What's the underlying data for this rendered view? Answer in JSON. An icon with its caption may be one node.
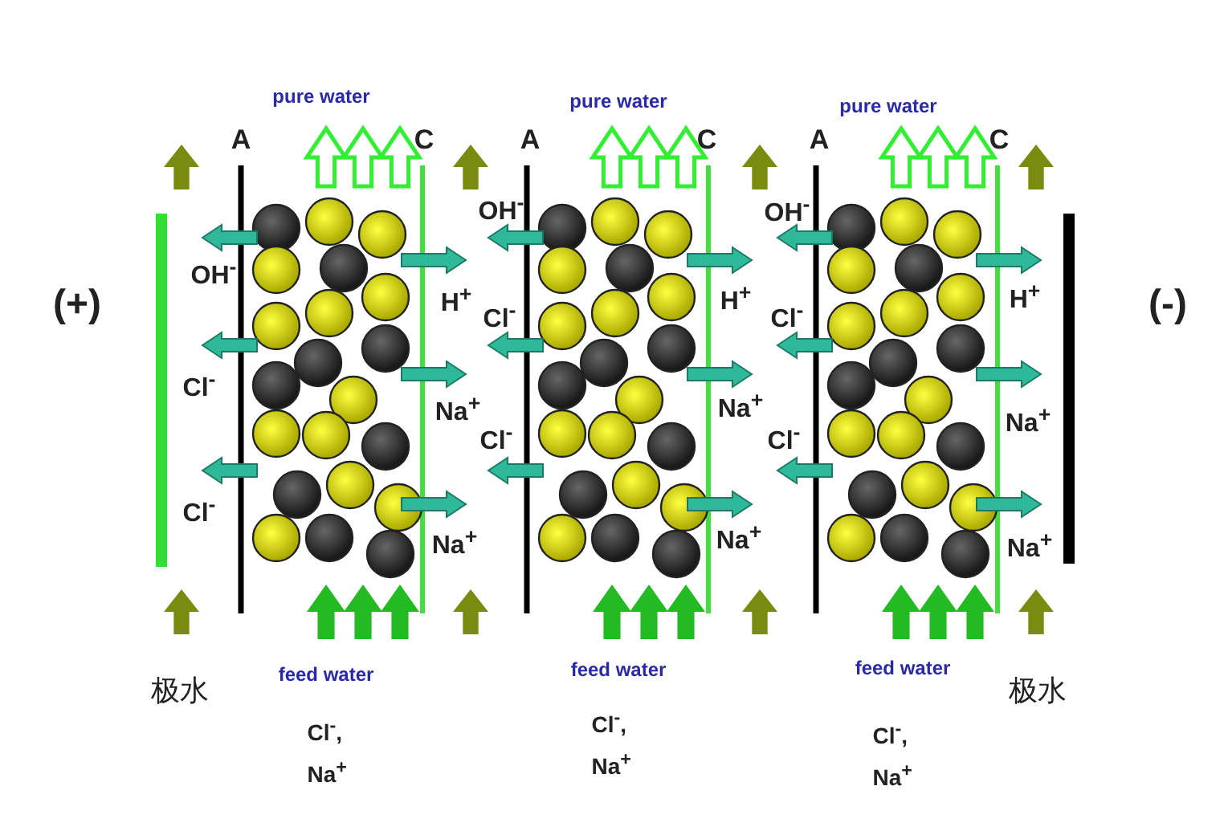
{
  "diagram": {
    "labels": [
      "pure water",
      "pure water",
      "pure water",
      "A",
      "C",
      "A",
      "C",
      "A",
      "C",
      "OH$^{-}$",
      "OH$^{-}$",
      "OH$^{-}$",
      "(+)",
      "H$^{+}$",
      "H$^{+}$",
      "H$^{+}$",
      "(-)",
      "Cl$^{-}$",
      "Cl$^{-}$",
      "Cl$^{-}$",
      "Cl$^{-}$",
      "Na$^{+}$",
      "Na$^{+}$",
      "Na$^{+}$",
      "Cl$^{-}$",
      "Cl$^{-}$",
      "Na$^{+}$",
      "Na$^{+}$",
      "Na$^{+}$",
      "极水",
      "feed water",
      "feed water",
      "feed water",
      "极水",
      "Cl$^{-}$, Na$^{+}$",
      "Cl$^{-}$, Na$^{+}$",
      "Cl$^{-}$, Na$^{+}$"
    ]
  }
}
